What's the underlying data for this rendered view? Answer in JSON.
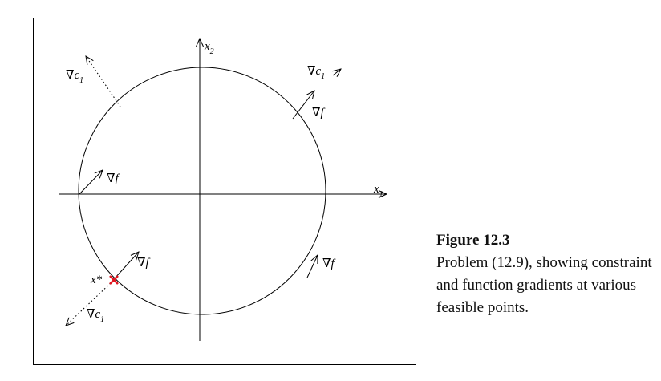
{
  "figure": {
    "axis_labels": {
      "x1": {
        "base": "x",
        "sub": "1"
      },
      "x2": {
        "base": "x",
        "sub": "2"
      }
    },
    "grad_c1_upper_left": {
      "base": "∇c",
      "sub": "1"
    },
    "grad_c1_upper_right": {
      "base": "∇c",
      "sub": "1"
    },
    "grad_c1_lower_left": {
      "base": "∇c",
      "sub": "1"
    },
    "grad_f_upper_right": "∇f",
    "grad_f_left": "∇f",
    "grad_f_lower_left": "∇f",
    "grad_f_lower_right": "∇f",
    "optimum_label": "x*",
    "optimum_marker_color": "#e0141e"
  },
  "caption": {
    "title": "Figure 12.3",
    "text": "Problem (12.9), showing constraint and function gradients at various feasible points."
  }
}
